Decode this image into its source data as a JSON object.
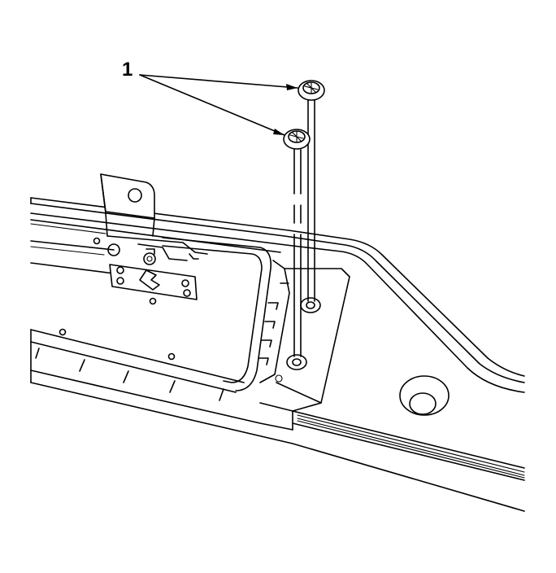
{
  "callout": {
    "label": "1"
  },
  "colors": {
    "line": "#000000",
    "background": "#ffffff"
  },
  "parts": [
    {
      "id": 1,
      "name": "grommet",
      "count": 2
    }
  ]
}
